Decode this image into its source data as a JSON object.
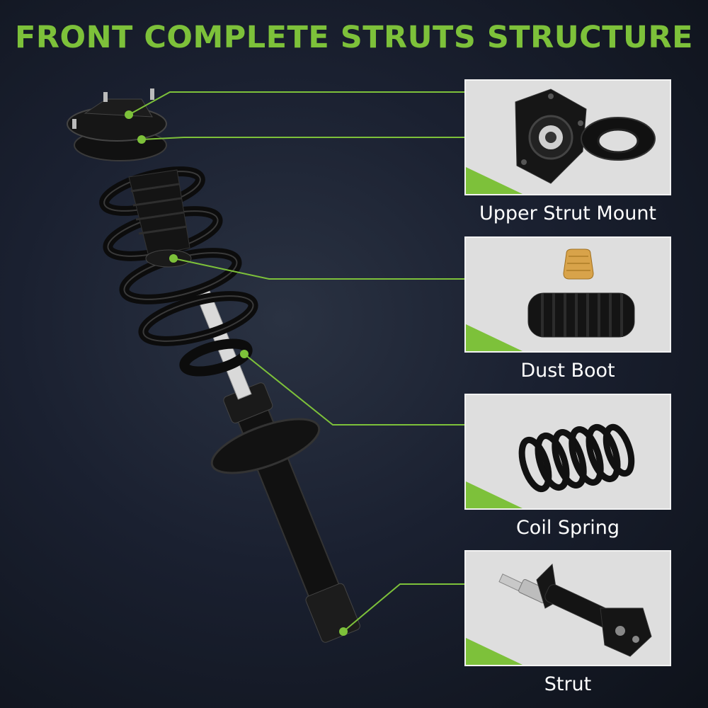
{
  "title": "FRONT COMPLETE STRUTS STRUCTURE",
  "accent_color": "#7dc13a",
  "components": [
    {
      "label": "Upper Strut Mount",
      "icon": "strut-mount-icon"
    },
    {
      "label": "Dust Boot",
      "icon": "dust-boot-icon"
    },
    {
      "label": "Coil Spring",
      "icon": "coil-spring-icon"
    },
    {
      "label": "Strut",
      "icon": "strut-icon"
    }
  ]
}
